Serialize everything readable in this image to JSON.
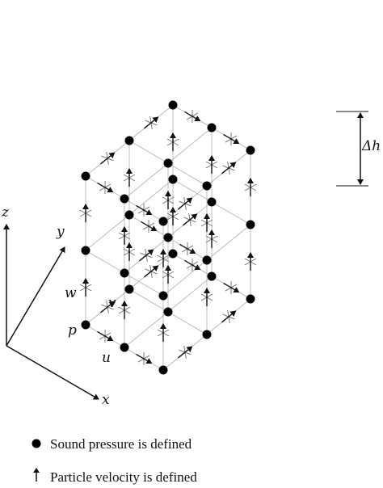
{
  "labels": {
    "z": "z",
    "y": "y",
    "x": "x",
    "w": "w",
    "v": "v",
    "p": "p",
    "u": "u",
    "dh": "Δh"
  },
  "legend": {
    "pressure": "Sound pressure is defined",
    "velocity": "Particle velocity is defined"
  },
  "grid": {
    "nx": 3,
    "ny": 3,
    "nz": 3
  },
  "colors": {
    "line": "#b5b5b5",
    "node": "#000000",
    "arrow": "#111111",
    "cross": "#777777"
  }
}
